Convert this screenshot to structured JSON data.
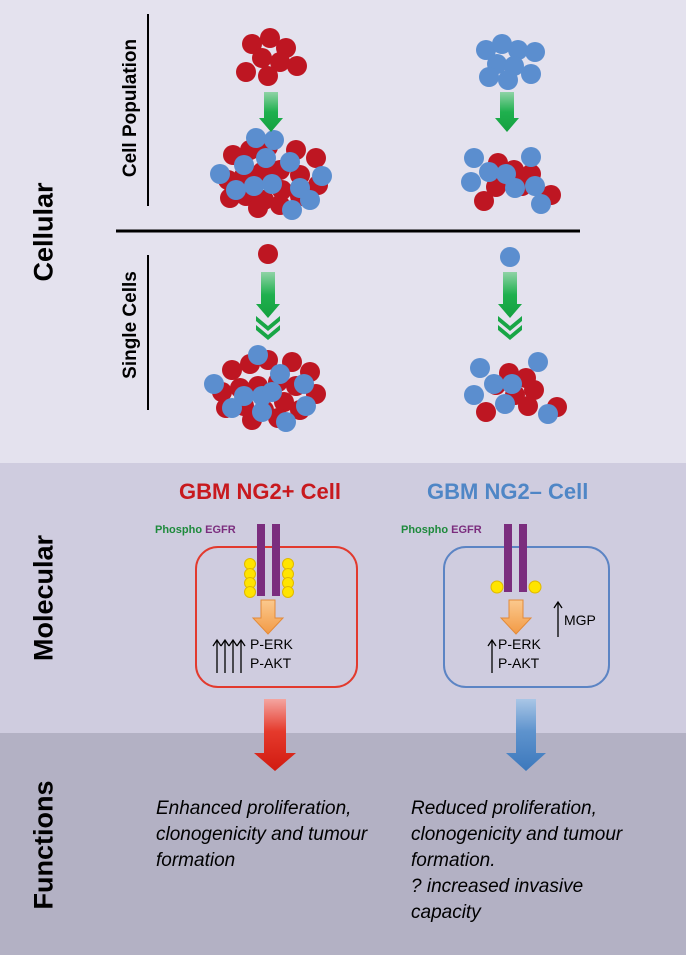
{
  "sections": {
    "cellular": "Cellular",
    "molecular": "Molecular",
    "functions": "Functions"
  },
  "cellular": {
    "population_label": "Cell Population",
    "single_label": "Single Cells"
  },
  "molecular": {
    "left_title": "GBM NG2+ Cell",
    "right_title": "GBM NG2– Cell",
    "phospho": "Phospho",
    "egfr": "EGFR",
    "perk": "P-ERK",
    "pakt": "P-AKT",
    "mgp": "MGP"
  },
  "functions": {
    "left": [
      "Enhanced proliferation,",
      "clonogenicity and tumour",
      "formation"
    ],
    "right": [
      "Reduced proliferation,",
      "clonogenicity and tumour",
      "formation.",
      "? increased invasive",
      "capacity"
    ]
  },
  "colors": {
    "ng2_pos": "#C8191E",
    "ng2_neg": "#4F86C6",
    "red_cell": "#BE1622",
    "blue_cell": "#5B8ECF",
    "green_arrow": "#1AA34A",
    "receptor": "#7B2D7E",
    "phospho_green": "#1E8A3C",
    "bg_cellular": "#E4E2EE",
    "bg_molecular": "#CFCCDF",
    "bg_functions": "#B3B1C4"
  }
}
